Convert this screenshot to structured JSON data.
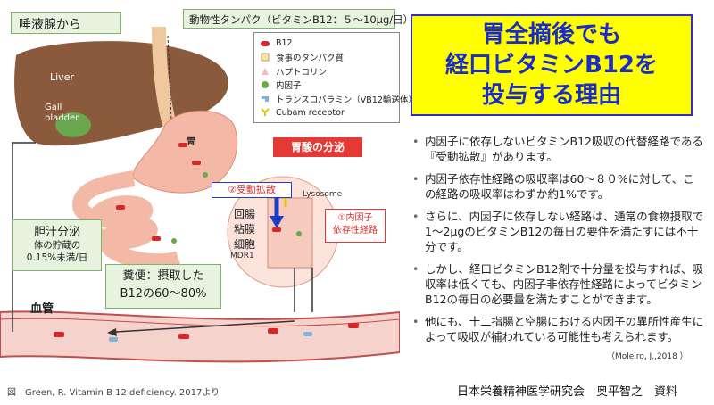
{
  "diagram": {
    "saliva_label": "唾液腺から",
    "protein_label": "動物性タンパク（ビタミンB12：５～10μg/日）",
    "liver_label": "Liver",
    "gall_label": "Gall bladder",
    "stomach_label": "胃",
    "acid_label": "胃酸の分泌",
    "passive_label": "②受動拡散",
    "intrinsic_label_1": "①内因子",
    "intrinsic_label_2": "依存性経路",
    "ileum_label_1": "回腸",
    "ileum_label_2": "粘膜",
    "ileum_label_3": "細胞",
    "lysosome_label": "Lysosome",
    "mdr_label": "MDR1",
    "bile_title": "胆汁分泌",
    "bile_line2": "体の貯蔵の",
    "bile_line3": "0.15%未満/日",
    "stool_line1": "糞便：摂取した",
    "stool_line2": "B12の60～80%",
    "vessel_label": "血管",
    "legend": [
      {
        "label": "B12",
        "icon": "b12-capsule-icon",
        "color": "#d62828"
      },
      {
        "label": "食事のタンパク質",
        "icon": "food-protein-icon",
        "color": "#f5e6a8"
      },
      {
        "label": "ハプトコリン",
        "icon": "haptocorrin-icon",
        "color": "#f3b6c8"
      },
      {
        "label": "内因子",
        "icon": "intrinsic-factor-icon",
        "color": "#6aa84f"
      },
      {
        "label": "トランスコバラミン（VB12輸送体）",
        "icon": "transcobalamin-icon",
        "color": "#7fb3d5"
      },
      {
        "label": "Cubam receptor",
        "icon": "cubam-receptor-icon",
        "color": "#e6c200"
      }
    ]
  },
  "title": {
    "line1": "胃全摘後でも",
    "line2": "経口ビタミンB12を",
    "line3": "投与する理由"
  },
  "bullets": [
    "内因子に依存しないビタミンB12吸収の代替経路である『受動拡散』があります。",
    "内因子依存性経路の吸収率は60～８０%に対して、この経路の吸収率はわずか約1%です。",
    "さらに、内因子に依存しない経路は、通常の食物摂取で1～2μgのビタミンB12の毎日の要件を満たすには不十分です。",
    "しかし、経口ビタミンB12剤で十分量を投与すれば、吸収率は低くても、内因子非依存性経路によってビタミンB12の毎日の必要量を満たすことができます。",
    "他にも、十二指腸と空腸における内因子の異所性産生によって吸収が補われている可能性も考えられます。"
  ],
  "citation": "（Moleiro, J.,2018 ）",
  "footer": {
    "left": "図　Green, R. Vitamin B 12 deficiency. 2017より",
    "right": "日本栄養精神医学研究会　奥平智之　資料"
  },
  "colors": {
    "title_bg": "#ffff00",
    "title_text": "#1a2bc8",
    "acid_bg": "#e53935",
    "liver": "#8b5a3c",
    "stomach": "#f4b9a6",
    "vessel_bg": "#f6d2cc"
  }
}
